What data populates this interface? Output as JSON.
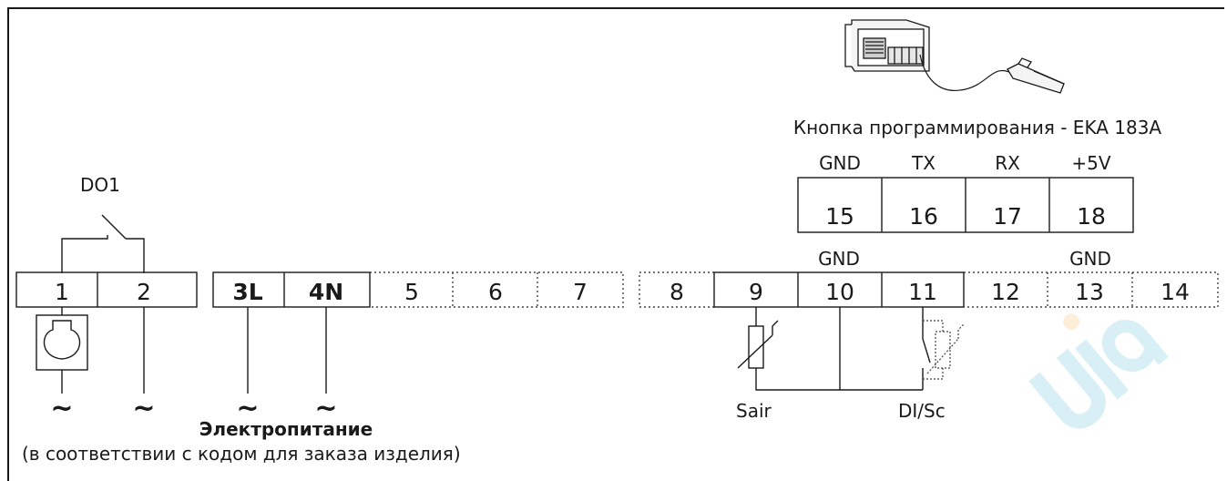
{
  "programming_key": {
    "caption": "Кнопка программирования - EKA 183A",
    "signals": [
      "GND",
      "TX",
      "RX",
      "+5V"
    ],
    "terminals": [
      "15",
      "16",
      "17",
      "18"
    ]
  },
  "output": {
    "label": "DO1"
  },
  "terminal_strip": [
    "1",
    "2",
    "3L",
    "4N",
    "5",
    "6",
    "7",
    "8",
    "9",
    "10",
    "11",
    "12",
    "13",
    "14"
  ],
  "gnd_labels": [
    "GND",
    "GND"
  ],
  "ac_symbol": "~",
  "power": {
    "title": "Электропитание",
    "note": "(в соответствии с кодом для заказа изделия)"
  },
  "sensors": {
    "sair": "Sair",
    "di_sc": "DI/Sc"
  },
  "colors": {
    "line": "#1a1a1a",
    "dotted": "#444444",
    "watermark_blue": "#1aa3c9",
    "watermark_orange": "#f39a1e"
  }
}
